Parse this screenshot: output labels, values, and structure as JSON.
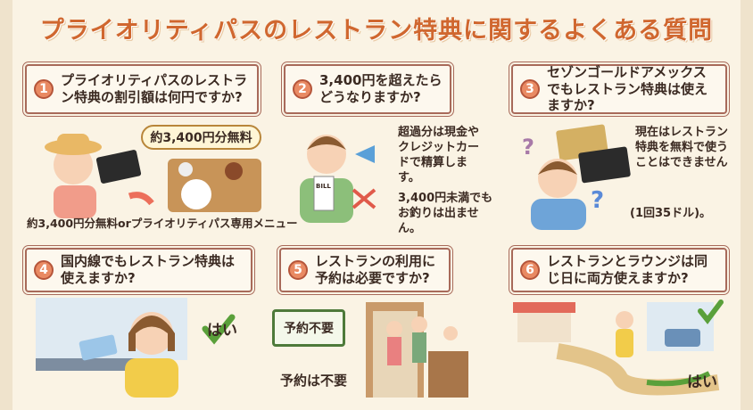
{
  "title": "プライオリティパスのレストラン特典に関するよくある質問",
  "faq": [
    {
      "num": "1",
      "question": "プライオリティパスのレストラン特典の割引額は何円ですか?",
      "bubble": "約3,400円分無料",
      "answer": "約3,400円分無料orプライオリティパス専用メニュー"
    },
    {
      "num": "2",
      "question": "3,400円を超えたらどうなりますか?",
      "answer1": "超過分は現金やクレジットカードで精算します。",
      "answer2": "3,400円未満でもお釣りは出ません。",
      "bill": "BILL"
    },
    {
      "num": "3",
      "question": "セゾンゴールドアメックスでもレストラン特典は使えますか?",
      "answer": "現在はレストラン特典を無料で使うことはできません",
      "note": "(1回35ドル)。"
    },
    {
      "num": "4",
      "question": "国内線でもレストラン特典は使えますか?",
      "answer": "はい"
    },
    {
      "num": "5",
      "question": "レストランの利用に予約は必要ですか?",
      "sign": "予約不要",
      "answer": "予約は不要"
    },
    {
      "num": "6",
      "question": "レストランとラウンジは同じ日に両方使えますか?",
      "answer": "はい"
    }
  ],
  "colors": {
    "title": "#d0672f",
    "border": "#a86a5a",
    "badge": "#e98a63",
    "check": "#5aa03a"
  }
}
